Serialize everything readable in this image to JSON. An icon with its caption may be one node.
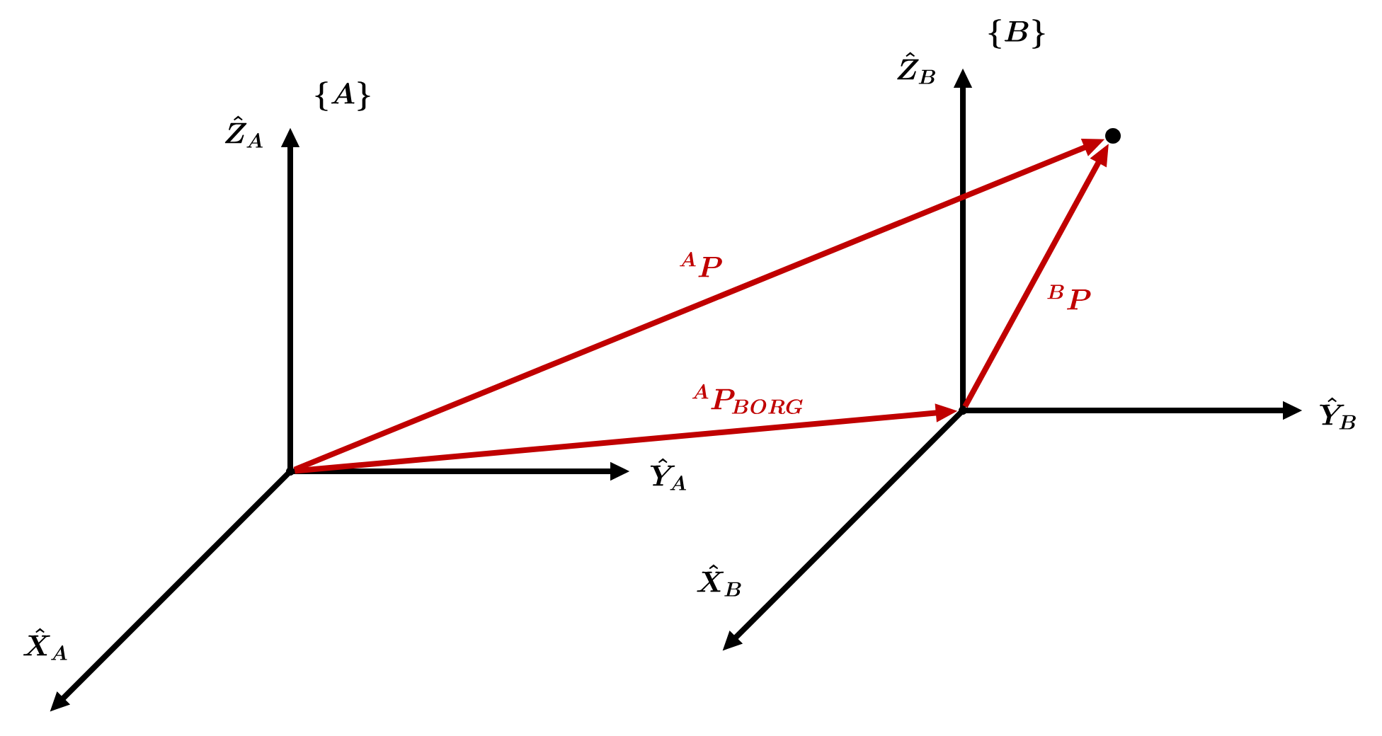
{
  "diagram": {
    "nodes": [
      {
        "text": [],
        "shape": "point"
      },
      {
        "text": [],
        "shape": "point"
      },
      {
        "text": [],
        "shape": "dot"
      }
    ],
    "edges": [
      {
        "from": 0,
        "to": 2,
        "arrow": "to",
        "label": "{}^{A}P"
      },
      {
        "from": 0,
        "to": 1,
        "arrow": "to",
        "label": "{}^{A}P_{BORG}"
      },
      {
        "from": 1,
        "to": 2,
        "arrow": "to",
        "label": "{}^{B}P"
      }
    ],
    "labels": [
      "\\{A\\}",
      "\\hat{Z}_{A}",
      "\\hat{Y}_{A}",
      "\\hat{X}_{A}",
      "\\{B\\}",
      "\\hat{Z}_{B}",
      "\\hat{Y}_{B}",
      "\\hat{X}_{B}"
    ]
  }
}
